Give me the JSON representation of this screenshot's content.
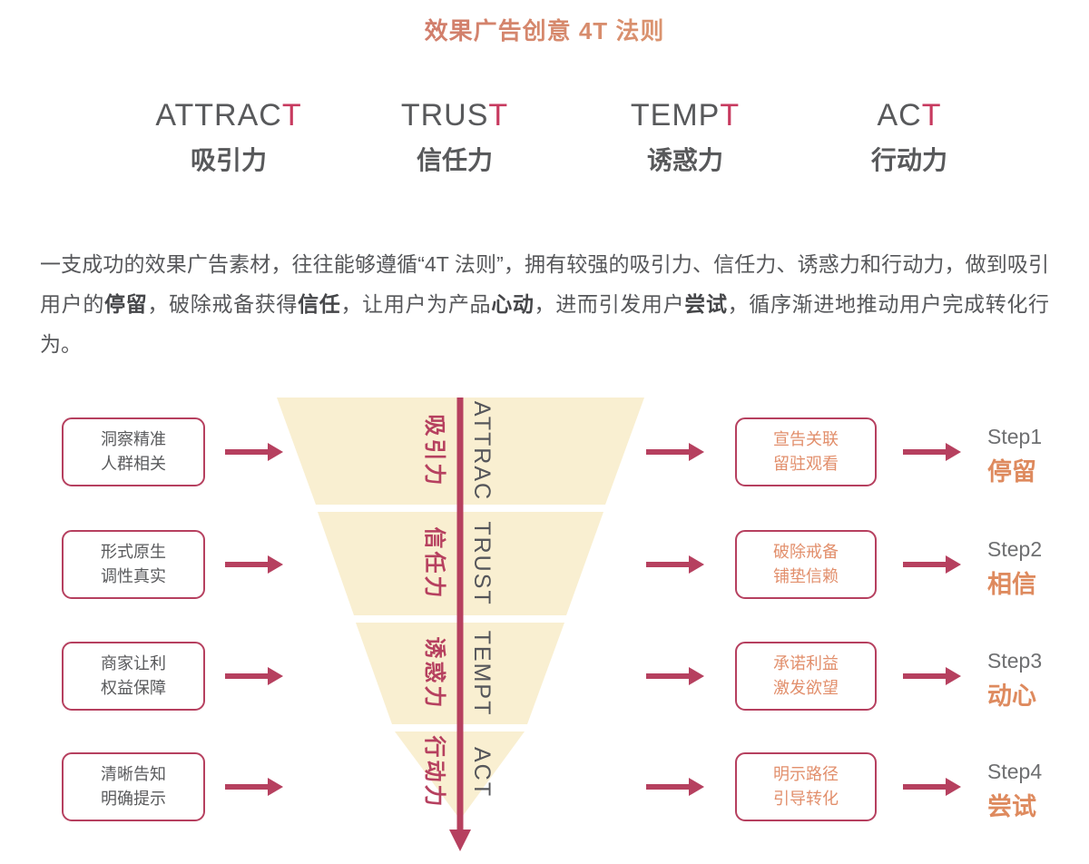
{
  "title": "效果广告创意 4T 法则",
  "pillars": [
    {
      "en_prefix": "ATTRAC",
      "en_red": "T",
      "zh": "吸引力"
    },
    {
      "en_prefix": "TRUS",
      "en_red": "T",
      "zh": "信任力"
    },
    {
      "en_prefix": "TEMP",
      "en_red": "T",
      "zh": "诱惑力"
    },
    {
      "en_prefix": "AC",
      "en_red": "T",
      "zh": "行动力"
    }
  ],
  "paragraph": {
    "segments": [
      {
        "text": "一支成功的效果广告素材，往往能够遵循“4T 法则”，拥有较强的吸引力、信任力、诱惑力和行动力，做到吸引用户的",
        "bold": false
      },
      {
        "text": "停留",
        "bold": true
      },
      {
        "text": "，破除戒备获得",
        "bold": false
      },
      {
        "text": "信任",
        "bold": true
      },
      {
        "text": "，让用户为产品",
        "bold": false
      },
      {
        "text": "心动",
        "bold": true
      },
      {
        "text": "，进而引发用户",
        "bold": false
      },
      {
        "text": "尝试",
        "bold": true
      },
      {
        "text": "，循序渐进地推动用户完成转化行为。",
        "bold": false
      }
    ]
  },
  "funnel": {
    "zh_labels": [
      "吸引力",
      "信任力",
      "诱惑力",
      "行动力"
    ],
    "en_labels": [
      "ATTRAC",
      "TRUST",
      "TEMPT",
      "ACT"
    ]
  },
  "rows": [
    {
      "left_line1": "洞察精准",
      "left_line2": "人群相关",
      "right_line1": "宣告关联",
      "right_line2": "留驻观看",
      "step": "Step1",
      "step_word": "停留"
    },
    {
      "left_line1": "形式原生",
      "left_line2": "调性真实",
      "right_line1": "破除戒备",
      "right_line2": "铺垫信赖",
      "step": "Step2",
      "step_word": "相信"
    },
    {
      "left_line1": "商家让利",
      "left_line2": "权益保障",
      "right_line1": "承诺利益",
      "right_line2": "激发欲望",
      "step": "Step3",
      "step_word": "动心"
    },
    {
      "left_line1": "清晰告知",
      "left_line2": "明确提示",
      "right_line1": "明示路径",
      "right_line2": "引导转化",
      "step": "Step4",
      "step_word": "尝试"
    }
  ],
  "colors": {
    "crimson": "#b6405f",
    "cream": "#f9efd1",
    "orange": "#e28f6c",
    "step_orange": "#de8a5e",
    "text_gray": "#58595b",
    "title_gradient_start": "#c96a68",
    "title_gradient_end": "#e2a671"
  }
}
